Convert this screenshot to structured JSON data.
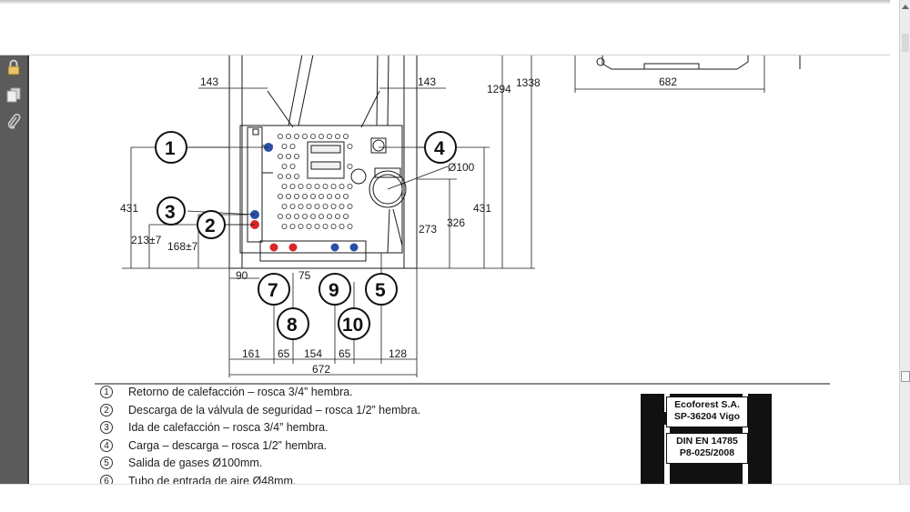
{
  "dimensions": {
    "d143_left": "143",
    "d143_right": "143",
    "d1294": "1294",
    "d1338": "1338",
    "d682": "682",
    "d100": "Ø100",
    "d431_left": "431",
    "d431_right": "431",
    "d213": "213±7",
    "d168": "168±7",
    "d273": "273",
    "d326": "326",
    "d90": "90",
    "d75": "75",
    "d161": "161",
    "d65a": "65",
    "d154": "154",
    "d65b": "65",
    "d128": "128",
    "d672": "672"
  },
  "callouts": [
    "1",
    "2",
    "3",
    "4",
    "5",
    "7",
    "8",
    "9",
    "10"
  ],
  "legend": [
    {
      "num": "1",
      "text": "Retorno de calefacción – rosca 3/4” hembra."
    },
    {
      "num": "2",
      "text": "Descarga de la válvula de seguridad – rosca 1/2” hembra."
    },
    {
      "num": "3",
      "text": "Ida de calefacción – rosca 3/4” hembra."
    },
    {
      "num": "4",
      "text": "Carga – descarga – rosca 1/2” hembra."
    },
    {
      "num": "5",
      "text": "Salida de gases Ø100mm."
    },
    {
      "num": "6",
      "text": "Tubo de entrada de aire Ø48mm."
    }
  ],
  "plate": {
    "line1": "Ecoforest S.A.",
    "line2": "SP-36204 Vigo",
    "line3": "DIN EN 14785",
    "line4": "P8-025/2008"
  },
  "icons": {
    "lock": "lock-icon",
    "pages": "pages-icon",
    "attachment": "paperclip-icon"
  },
  "colors": {
    "sidebar": "#5b5b5b",
    "pipe_red": "#d9262b",
    "pipe_blue": "#2a4fa8"
  }
}
